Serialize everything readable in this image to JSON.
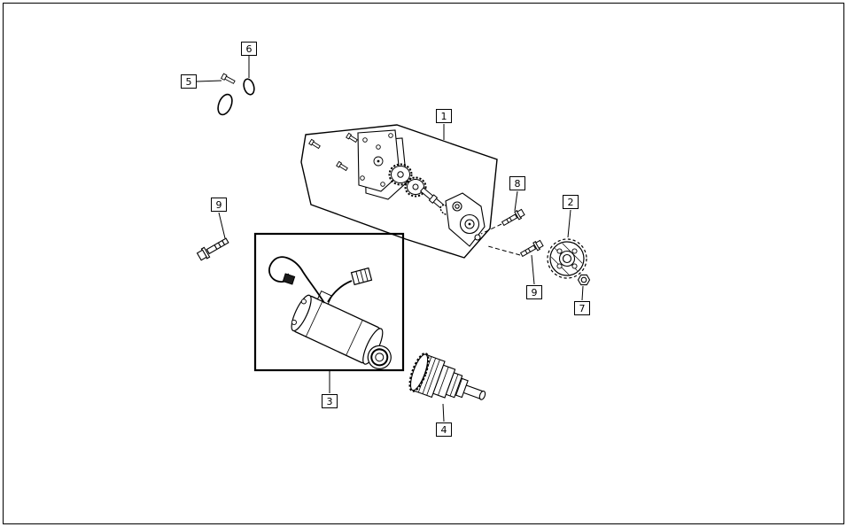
{
  "colors": {
    "line": "#000000",
    "background": "#ffffff",
    "part_fill": "#ffffff"
  },
  "diagram": {
    "callouts": [
      {
        "label": "6"
      },
      {
        "label": "5"
      },
      {
        "label": "1"
      },
      {
        "label": "9"
      },
      {
        "label": "8"
      },
      {
        "label": "2"
      },
      {
        "label": "9"
      },
      {
        "label": "7"
      },
      {
        "label": "3"
      },
      {
        "label": "4"
      }
    ]
  }
}
